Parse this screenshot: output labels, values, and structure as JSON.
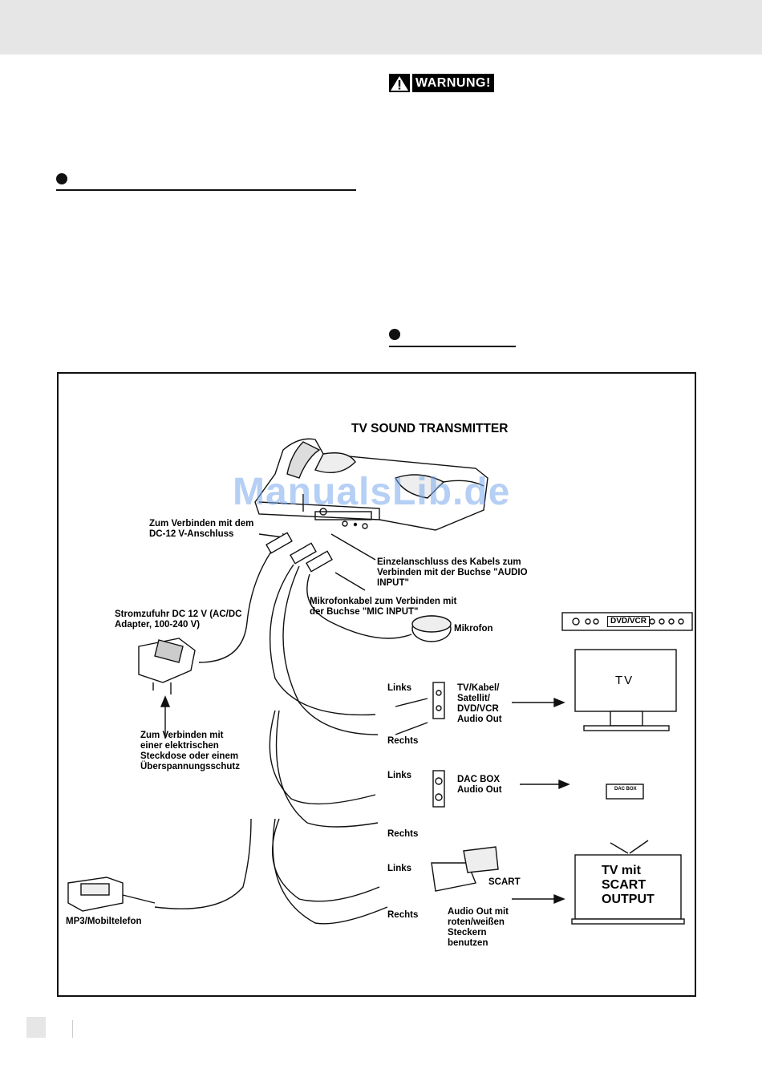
{
  "header": {
    "band_color": "#e6e6e6"
  },
  "warning": {
    "label": "WARNUNG!"
  },
  "diagram": {
    "title": "TV SOUND TRANSMITTER",
    "watermark": "ManualsLib.de",
    "labels": {
      "dc_connect": "Zum Verbinden mit dem\nDC-12 V-Anschluss",
      "single_port": "Einzelanschluss des Kabels zum\nVerbinden mit der Buchse \"AUDIO\nINPUT\"",
      "mic_cable": "Mikrofonkabel zum Verbinden mit\nder Buchse \"MIC INPUT\"",
      "power_supply": "Stromzufuhr DC 12 V (AC/DC\nAdapter, 100-240 V)",
      "mikrofon": "Mikrofon",
      "socket_connect": "Zum Verbinden mit\neiner elektrischen\nSteckdose oder einem\nÜberspannungsschutz",
      "links_1": "Links",
      "rechts_1": "Rechts",
      "tv_sources": "TV/Kabel/\nSatellit/\nDVD/VCR\nAudio Out",
      "links_2": "Links",
      "rechts_2": "Rechts",
      "dac_box_out": "DAC BOX\nAudio Out",
      "links_3": "Links",
      "rechts_3": "Rechts",
      "scart": "SCART",
      "audio_out_rw": "Audio Out mit\nroten/weißen\nSteckern\nbenutzen",
      "mp3": "MP3/Mobiltelefon",
      "dvd_vcr": "DVD/VCR",
      "tv": "TV",
      "dac_box": "DAC BOX",
      "tv_scart": "TV mit\nSCART\nOUTPUT"
    },
    "watermark_color": "#7aa8ee"
  }
}
